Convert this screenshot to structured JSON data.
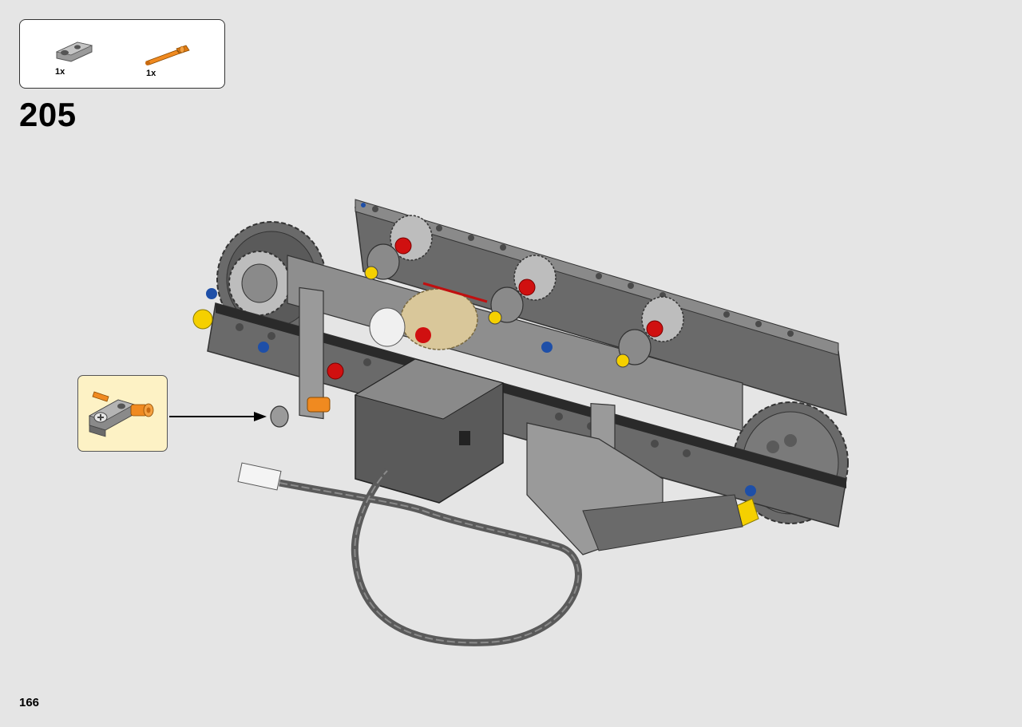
{
  "parts_list": [
    {
      "icon": "gray-pin-connector-icon",
      "quantity": "1x"
    },
    {
      "icon": "orange-axle-pin-icon",
      "quantity": "1x"
    }
  ],
  "step_number": "205",
  "page_number": "166",
  "colors": {
    "background": "#e5e5e5",
    "callout_background": "#fdf2c5",
    "dark_gray": "#5a5a5a",
    "light_gray": "#a8a8a8",
    "red": "#d01010",
    "yellow": "#f5d000",
    "blue": "#1e4fa8",
    "orange": "#f08a20",
    "tan": "#d9c79a"
  }
}
